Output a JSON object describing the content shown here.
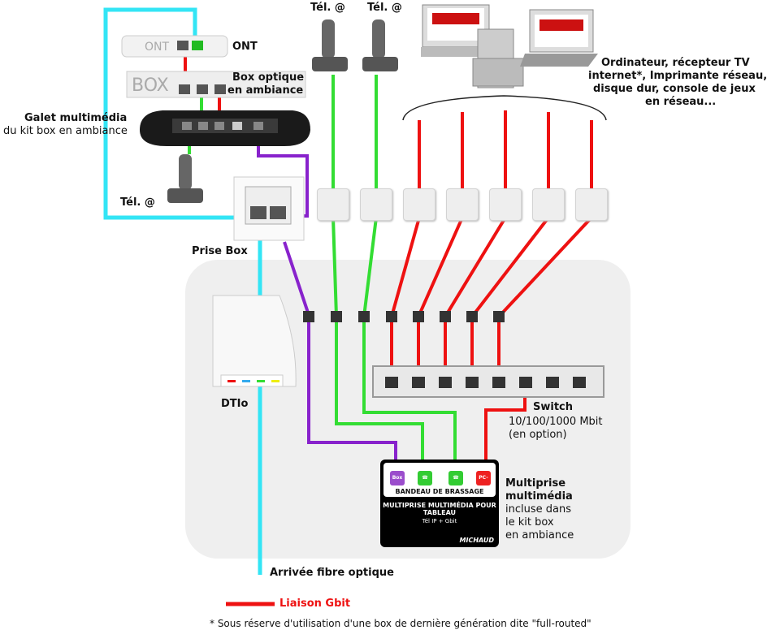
{
  "labels": {
    "ont": "ONT",
    "ont_device_text": "ONT",
    "box_device_text": "BOX",
    "box_optique": "Box optique",
    "en_ambiance": "en ambiance",
    "galet_title": "Galet  multimédia",
    "galet_sub": "du kit box en ambiance",
    "tel_left": "Tél. @",
    "tel_1": "Tél. @",
    "tel_2": "Tél. @",
    "prise_box": "Prise Box",
    "dtio": "DTIo",
    "devices_line1": "Ordinateur, récepteur TV",
    "devices_line2": "internet*, Imprimante réseau,",
    "devices_line3": "disque dur, console de jeux",
    "devices_line4": "en réseau...",
    "switch_title": "Switch",
    "switch_speed": "10/100/1000 Mbit",
    "switch_option": "(en option)",
    "multiprise_line1": "Multiprise",
    "multiprise_line2": "multimédia",
    "multiprise_line3": "incluse dans",
    "multiprise_line4": "le kit box",
    "multiprise_line5": "en ambiance",
    "fibre": "Arrivée fibre optique",
    "legend_gbit": "Liaison Gbit",
    "footnote": "* Sous réserve d'utilisation d'une box de dernière génération dite \"full-routed\"",
    "bandeau": "BANDEAU DE BRASSAGE",
    "mp_title": "MULTIPRISE MULTIMÉDIA POUR TABLEAU",
    "mp_sub": "Tél IP + Gbit",
    "brand": "MICHAUD",
    "ic_box": "Box",
    "ic_tv": "PC-TV"
  },
  "colors": {
    "fibre": "#33e5f5",
    "gbit": "#ee1111",
    "phone": "#33dd33",
    "box": "#8822cc"
  }
}
